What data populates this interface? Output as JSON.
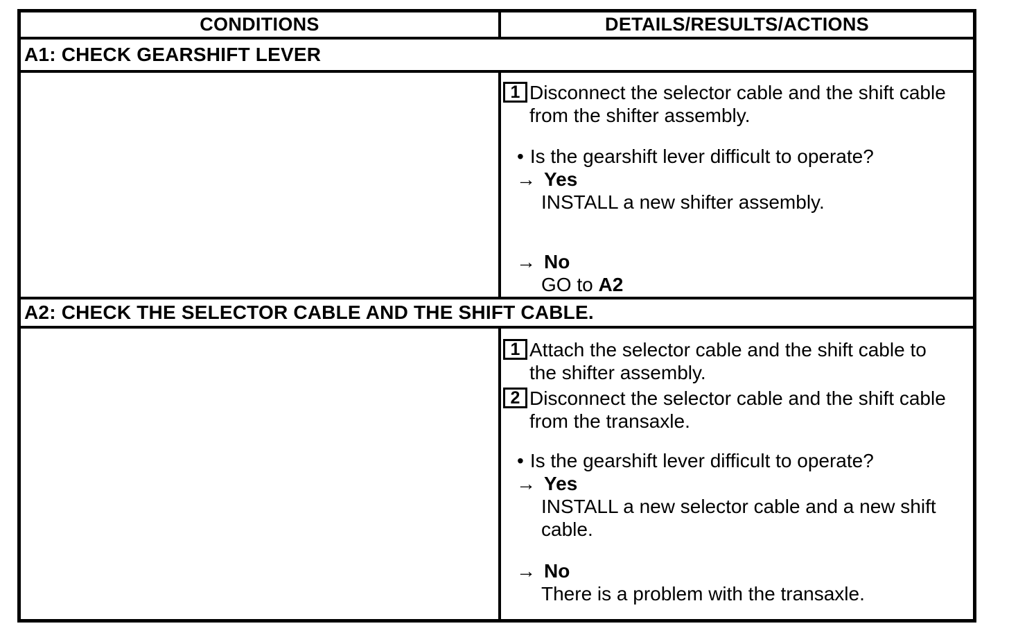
{
  "table": {
    "header": {
      "conditions": "CONDITIONS",
      "details": "DETAILS/RESULTS/ACTIONS"
    },
    "glyphs": {
      "bullet": "•",
      "arrow": "→"
    },
    "colors": {
      "ink": "#000000",
      "paper": "#ffffff"
    },
    "a1": {
      "title": "A1: CHECK GEARSHIFT LEVER",
      "steps": [
        {
          "num": "1",
          "text": "Disconnect the selector cable and the shift cable from the shifter assembly."
        }
      ],
      "question": "Is the gearshift lever difficult to operate?",
      "yes_label": "Yes",
      "yes_action": "INSTALL a new shifter assembly.",
      "no_label": "No",
      "no_action_prefix": "GO to ",
      "no_action_bold": "A2"
    },
    "a2": {
      "title": "A2: CHECK THE SELECTOR CABLE AND THE SHIFT CABLE.",
      "steps": [
        {
          "num": "1",
          "text": "Attach the selector cable and the shift cable to the shifter assembly."
        },
        {
          "num": "2",
          "text": "Disconnect the selector cable and the shift cable from the transaxle."
        }
      ],
      "question": "Is the gearshift lever difficult to operate?",
      "yes_label": "Yes",
      "yes_action": "INSTALL a new selector cable and a new shift cable.",
      "no_label": "No",
      "no_action": "There is a problem with the transaxle."
    }
  }
}
